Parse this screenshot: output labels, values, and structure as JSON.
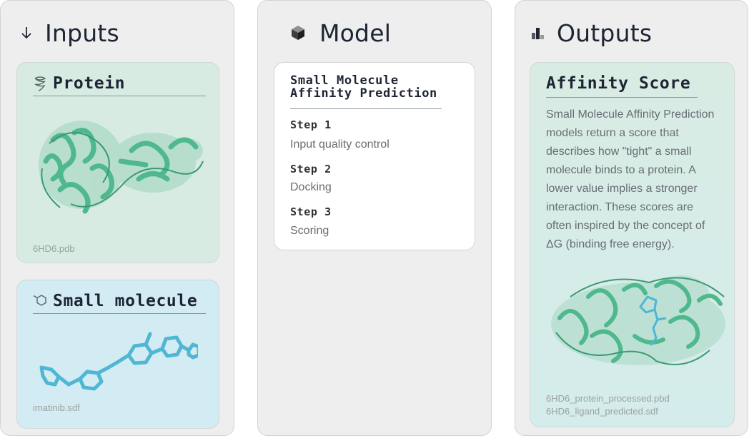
{
  "columns": {
    "inputs": {
      "title": "Inputs",
      "icon": "arrow-down-icon"
    },
    "model": {
      "title": "Model",
      "icon": "cube-icon"
    },
    "outputs": {
      "title": "Outputs",
      "icon": "bar-chart-icon"
    }
  },
  "protein_card": {
    "title": "Protein",
    "icon": "protein-icon",
    "file": "6HD6.pdb",
    "color": "#d7ebe2"
  },
  "molecule_card": {
    "title": "Small molecule",
    "icon": "molecule-icon",
    "file": "imatinib.sdf",
    "color": "#d3ebf2"
  },
  "model_card": {
    "title_line1": "Small Molecule",
    "title_line2": "Affinity Prediction",
    "steps": [
      {
        "label": "Step 1",
        "value": "Input quality control"
      },
      {
        "label": "Step 2",
        "value": "Docking"
      },
      {
        "label": "Step 3",
        "value": "Scoring"
      }
    ]
  },
  "affinity_card": {
    "title": "Affinity Score",
    "description_lines": [
      "Small Molecule Affinity Prediction",
      "models return a score that",
      "describes how \"tight\" a small",
      "molecule binds to a protein. A",
      "lower value implies a stronger",
      "interaction. These scores are",
      "often inspired by the concept of",
      "ΔG (binding free energy)."
    ],
    "files": [
      "6HD6_protein_processed.pbd",
      "6HD6_ligand_predicted.sdf"
    ]
  },
  "colors": {
    "protein_green": "#4fb88d",
    "ligand_blue": "#4fb6d3",
    "panel_bg": "#eeeeee"
  }
}
